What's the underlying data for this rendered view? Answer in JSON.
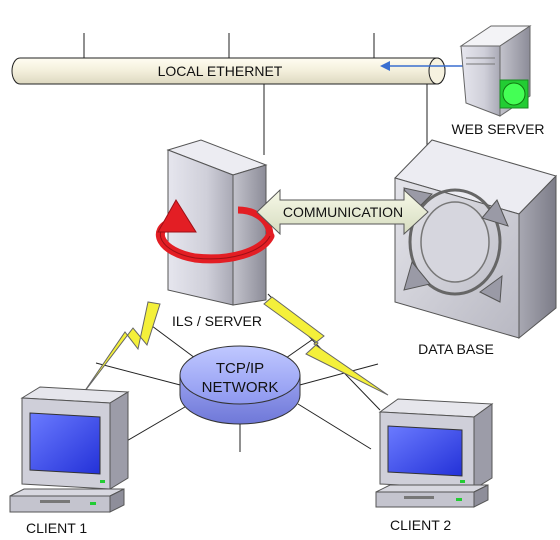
{
  "labels": {
    "ethernet": "LOCAL ETHERNET",
    "web_server": "WEB SERVER",
    "communication": "COMMUNICATION",
    "ils_server": "ILS / SERVER",
    "database": "DATA BASE",
    "network_line1": "TCP/IP",
    "network_line2": "NETWORK",
    "client1": "CLIENT 1",
    "client2": "CLIENT 2"
  },
  "colors": {
    "bus_fill": "#f6f2e0",
    "lightning": "#f4f03a",
    "arrow_red": "#e31e24",
    "screen_blue": "#3c4dff",
    "status_green": "#22cc33",
    "connector_blue": "#3a6fd0"
  },
  "icons": [
    "server-icon",
    "database-icon",
    "computer-icon",
    "network-icon",
    "lightning-icon",
    "arrow-icon"
  ]
}
